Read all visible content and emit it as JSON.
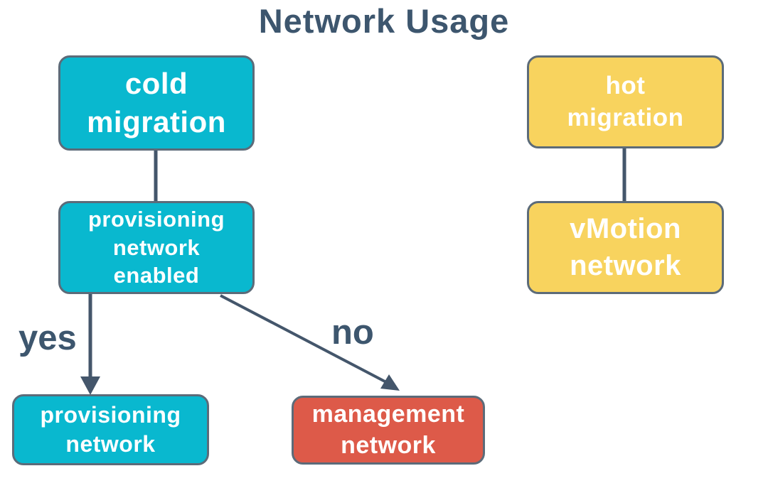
{
  "title": "Network Usage",
  "colors": {
    "cyan": "#09b8cf",
    "yellow": "#f8d35e",
    "red": "#dd5a49",
    "ink": "#3d566e",
    "border": "#5c6b79",
    "connector": "#44566b",
    "node-text": "#ffffff",
    "background": "#ffffff"
  },
  "nodes": {
    "cold_migration": "cold\nmigration",
    "provisioning_enabled": "provisioning\nnetwork\nenabled",
    "hot_migration": "hot\nmigration",
    "vmotion_network": "vMotion\nnetwork",
    "provisioning_network": "provisioning\nnetwork",
    "management_network": "management\nnetwork"
  },
  "edges": {
    "yes_label": "yes",
    "no_label": "no"
  }
}
